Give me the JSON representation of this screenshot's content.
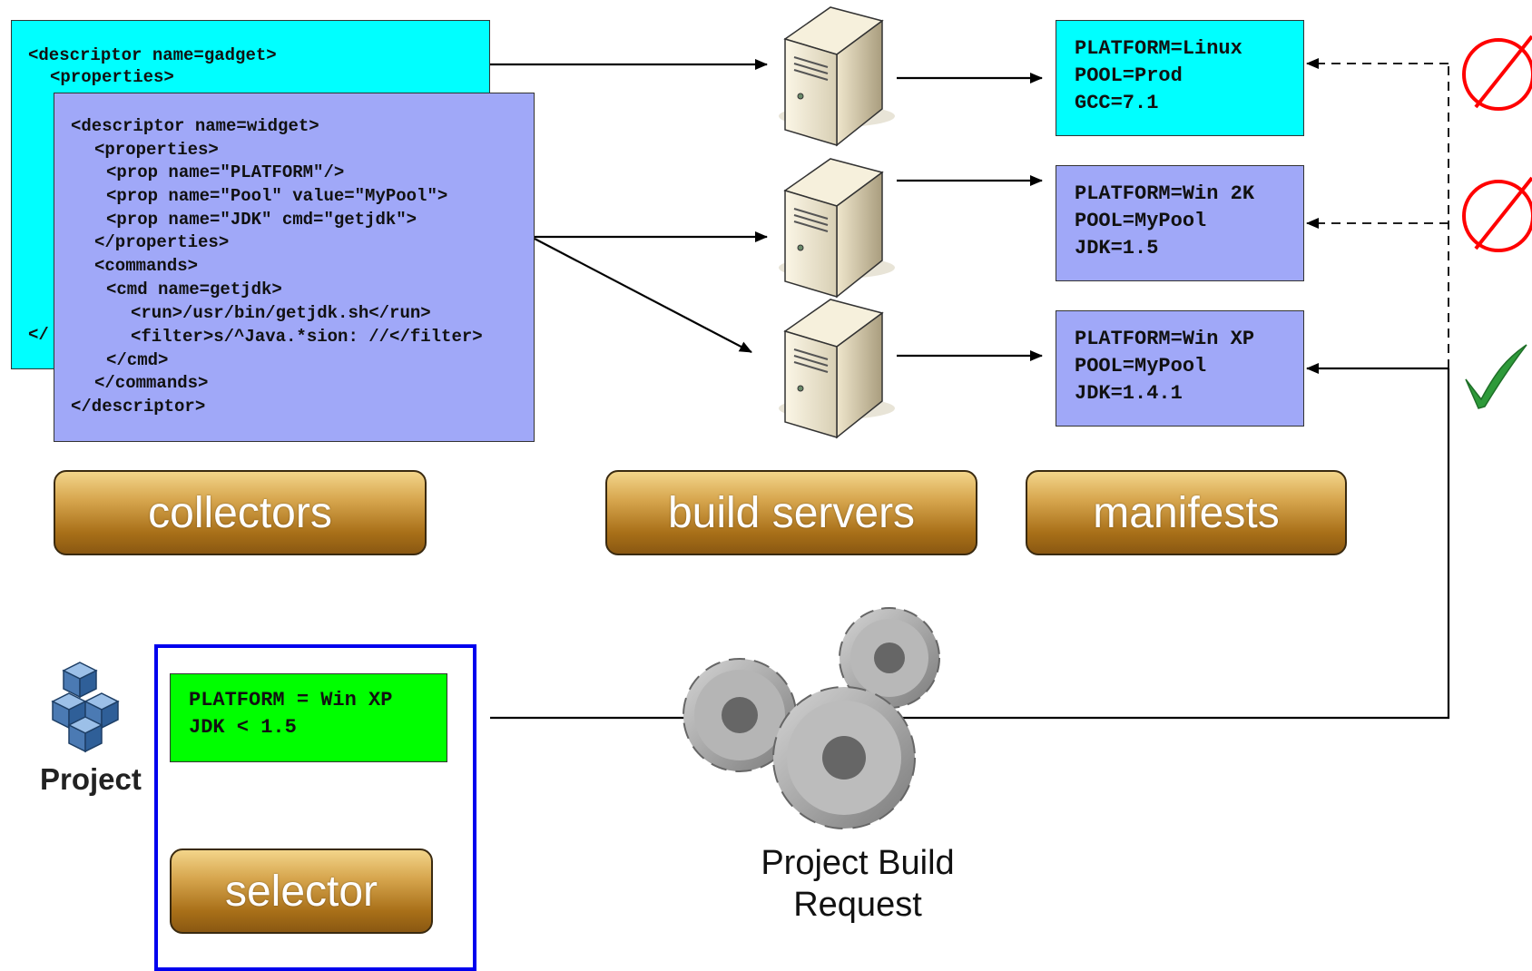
{
  "collectors": {
    "gadget": {
      "lines": [
        "<descriptor name=gadget>",
        "<properties>",
        "</"
      ],
      "color": "#00ffff"
    },
    "widget": {
      "lines": [
        "<descriptor name=widget>",
        "<properties>",
        "<prop name=\"PLATFORM\"/>",
        "<prop name=\"Pool\" value=\"MyPool\">",
        "<prop name=\"JDK\" cmd=\"getjdk\">",
        "</properties>",
        "<commands>",
        "<cmd name=getjdk>",
        "<run>/usr/bin/getjdk.sh</run>",
        "<filter>s/^Java.*sion: //</filter>",
        "</cmd>",
        "</commands>",
        "</descriptor>"
      ],
      "color": "#a0a8f8"
    }
  },
  "manifests": [
    {
      "lines": [
        "PLATFORM=Linux",
        "POOL=Prod",
        "GCC=7.1"
      ],
      "color": "#00ffff",
      "status": "rejected"
    },
    {
      "lines": [
        "PLATFORM=Win 2K",
        "POOL=MyPool",
        "JDK=1.5"
      ],
      "color": "#a0a8f8",
      "status": "rejected"
    },
    {
      "lines": [
        "PLATFORM=Win XP",
        "POOL=MyPool",
        "JDK=1.4.1"
      ],
      "color": "#a0a8f8",
      "status": "accepted"
    }
  ],
  "labels": {
    "collectors": "collectors",
    "build_servers": "build servers",
    "manifests": "manifests",
    "selector": "selector",
    "project": "Project",
    "request_line1": "Project Build",
    "request_line2": "Request"
  },
  "selector_box": {
    "lines": [
      "PLATFORM = Win XP",
      "JDK < 1.5"
    ],
    "color": "#00ff00"
  },
  "colors": {
    "reject": "#ff0000",
    "accept": "#2e9a3a",
    "selector_border": "#0000ee"
  }
}
